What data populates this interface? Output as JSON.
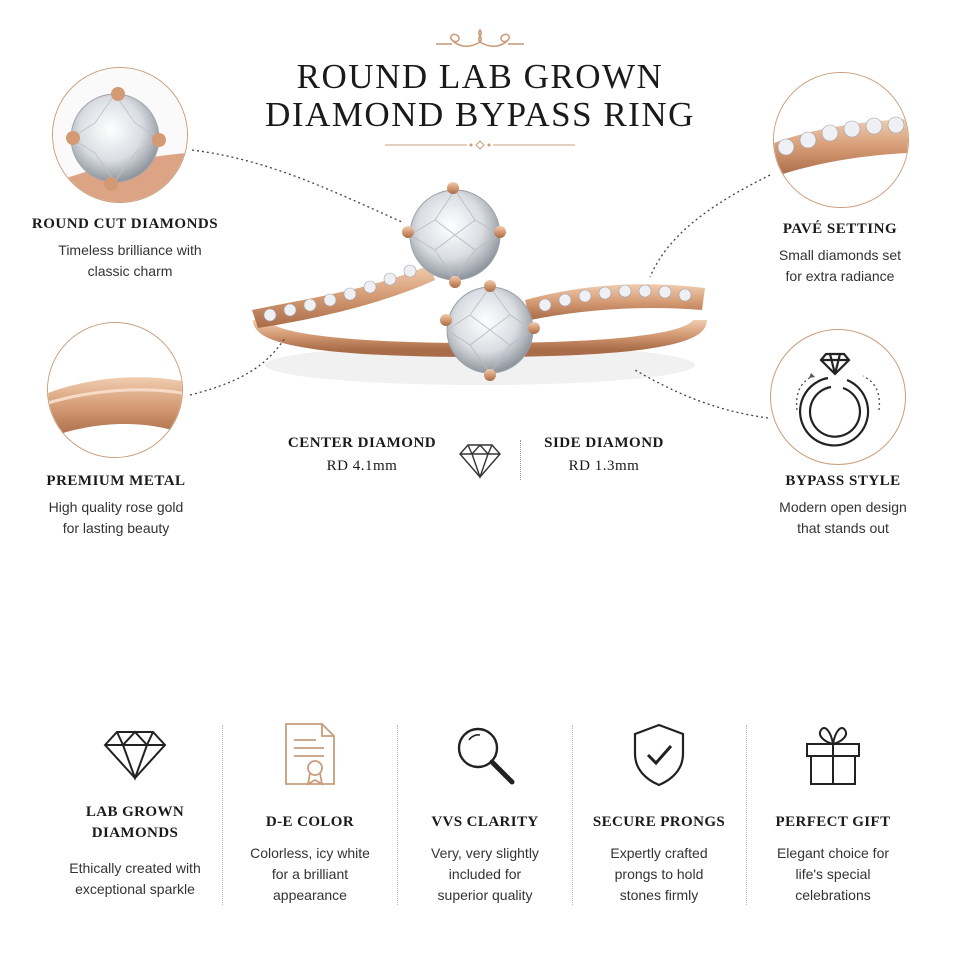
{
  "title": {
    "line1": "ROUND LAB GROWN",
    "line2": "DIAMOND BYPASS RING"
  },
  "features": {
    "round_cut": {
      "title": "ROUND CUT DIAMONDS",
      "desc1": "Timeless brilliance with",
      "desc2": "classic charm"
    },
    "premium_metal": {
      "title": "PREMIUM METAL",
      "desc1": "High quality rose gold",
      "desc2": "for lasting beauty"
    },
    "pave": {
      "title": "PAVÉ SETTING",
      "desc1": "Small diamonds set",
      "desc2": "for extra radiance"
    },
    "bypass": {
      "title": "BYPASS STYLE",
      "desc1": "Modern open design",
      "desc2": "that stands out"
    }
  },
  "specs": {
    "center": {
      "label": "CENTER DIAMOND",
      "value": "RD 4.1mm"
    },
    "side": {
      "label": "SIDE DIAMOND",
      "value": "RD 1.3mm"
    }
  },
  "benefits": [
    {
      "icon": "diamond-icon",
      "title1": "LAB GROWN",
      "title2": "DIAMONDS",
      "desc1": "Ethically created with",
      "desc2": "exceptional sparkle",
      "desc3": ""
    },
    {
      "icon": "certificate-icon",
      "title1": "D-E COLOR",
      "title2": "",
      "desc1": "Colorless, icy white",
      "desc2": "for a brilliant",
      "desc3": "appearance"
    },
    {
      "icon": "magnifier-icon",
      "title1": "VVS CLARITY",
      "title2": "",
      "desc1": "Very, very slightly",
      "desc2": "included for",
      "desc3": "superior quality"
    },
    {
      "icon": "shield-check-icon",
      "title1": "SECURE PRONGS",
      "title2": "",
      "desc1": "Expertly crafted",
      "desc2": "prongs to hold",
      "desc3": "stones firmly"
    },
    {
      "icon": "gift-icon",
      "title1": "PERFECT GIFT",
      "title2": "",
      "desc1": "Elegant choice for",
      "desc2": "life's special",
      "desc3": "celebrations"
    }
  ],
  "colors": {
    "rose_gold": "#c89d7c",
    "text": "#1a1a1a"
  }
}
